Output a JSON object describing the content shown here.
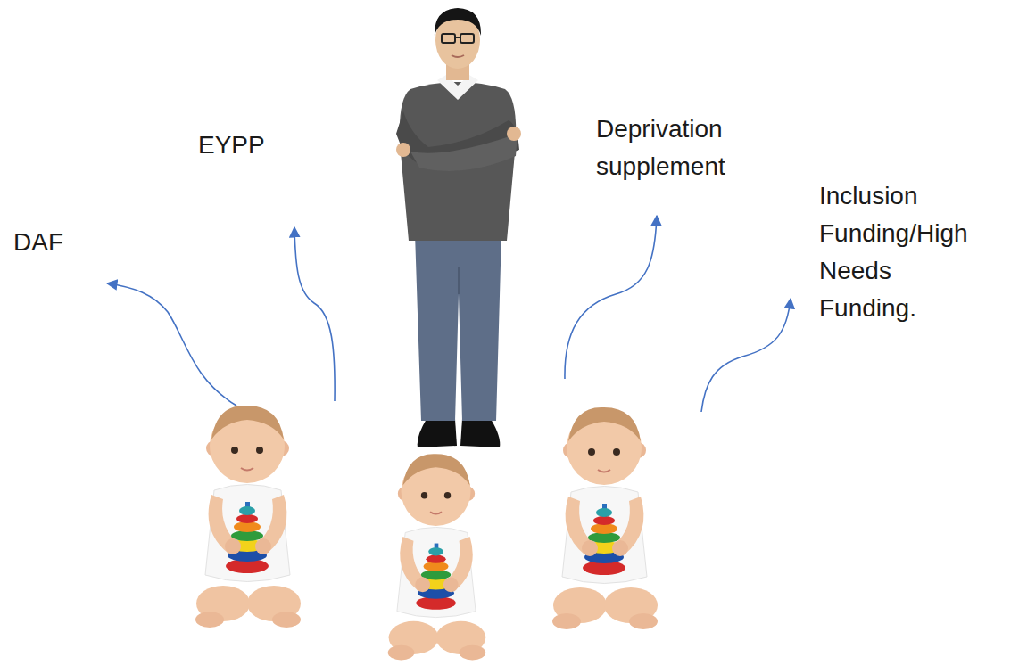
{
  "diagram": {
    "labels": [
      "DAF",
      "EYPP",
      "Deprivation supplement",
      "Inclusion Funding/High Needs Funding."
    ]
  }
}
